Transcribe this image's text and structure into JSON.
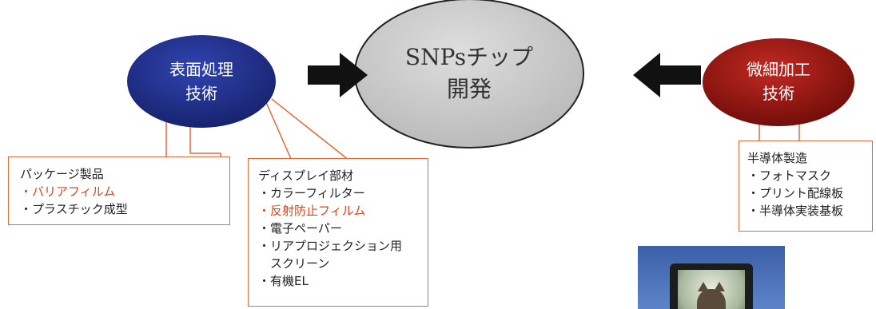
{
  "diagram": {
    "left_node": {
      "label": "表面処理\n技術",
      "color": "#1f2e86"
    },
    "center_node": {
      "label": "SNPsチップ\n開発",
      "color": "#c9c9c9"
    },
    "right_node": {
      "label": "微細加工\n技術",
      "color": "#9c1612"
    },
    "box_border_color": "#e6683a",
    "highlight_color": "#e0401a",
    "box_packaging": {
      "items": [
        {
          "text": "パッケージ製品",
          "highlight": false
        },
        {
          "text": "・バリアフィルム",
          "highlight": true
        },
        {
          "text": "・プラスチック成型",
          "highlight": false
        }
      ]
    },
    "box_display": {
      "items": [
        {
          "text": "ディスプレイ部材",
          "highlight": false
        },
        {
          "text": "・カラーフィルター",
          "highlight": false
        },
        {
          "text": "・反射防止フィルム",
          "highlight": true
        },
        {
          "text": "・電子ペーパー",
          "highlight": false
        },
        {
          "text": "・リアプロジェクション用",
          "highlight": false
        },
        {
          "text": "　スクリーン",
          "highlight": false
        },
        {
          "text": "・有機EL",
          "highlight": false
        }
      ]
    },
    "box_semiconductor": {
      "items": [
        {
          "text": "半導体製造",
          "highlight": false
        },
        {
          "text": "・フォトマスク",
          "highlight": false
        },
        {
          "text": "・プリント配線板",
          "highlight": false
        },
        {
          "text": "・半導体実装基板",
          "highlight": false
        }
      ]
    }
  }
}
